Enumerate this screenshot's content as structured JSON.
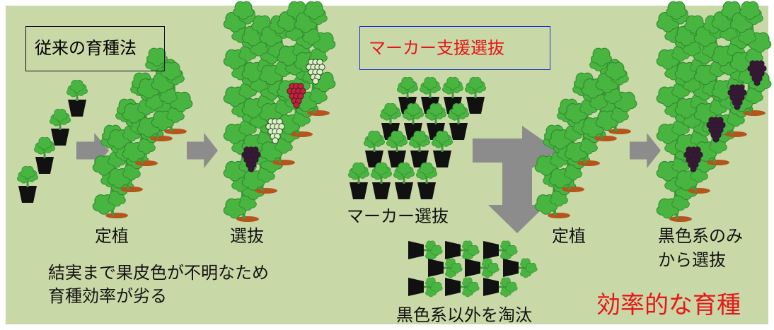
{
  "conventional": {
    "title": "従来の育種法",
    "step_planting": "定植",
    "step_selection": "選抜",
    "note_line1": "結実まで果皮色が不明なため",
    "note_line2": "育種効率が劣る"
  },
  "marker": {
    "title": "マーカー支援選抜",
    "step_marker_selection": "マーカー選抜",
    "step_planting": "定植",
    "step_selection_line1": "黒色系のみ",
    "step_selection_line2": "から選抜",
    "culled": "黒色系以外を淘汰",
    "conclusion": "効率的な育種"
  },
  "colors": {
    "background": "#c8d8a6",
    "leaf": "#49b541",
    "leaf_dark": "#2f8a2e",
    "stem": "#3f9a3b",
    "soil": "#b5551d",
    "pot": "#111111",
    "arrow": "#8c8c8c",
    "grape_black": "#3a1638",
    "grape_red": "#c81e3c",
    "grape_green": "#d6f3c0",
    "title_red": "#e8161a",
    "marker_box": "#2233cc"
  }
}
